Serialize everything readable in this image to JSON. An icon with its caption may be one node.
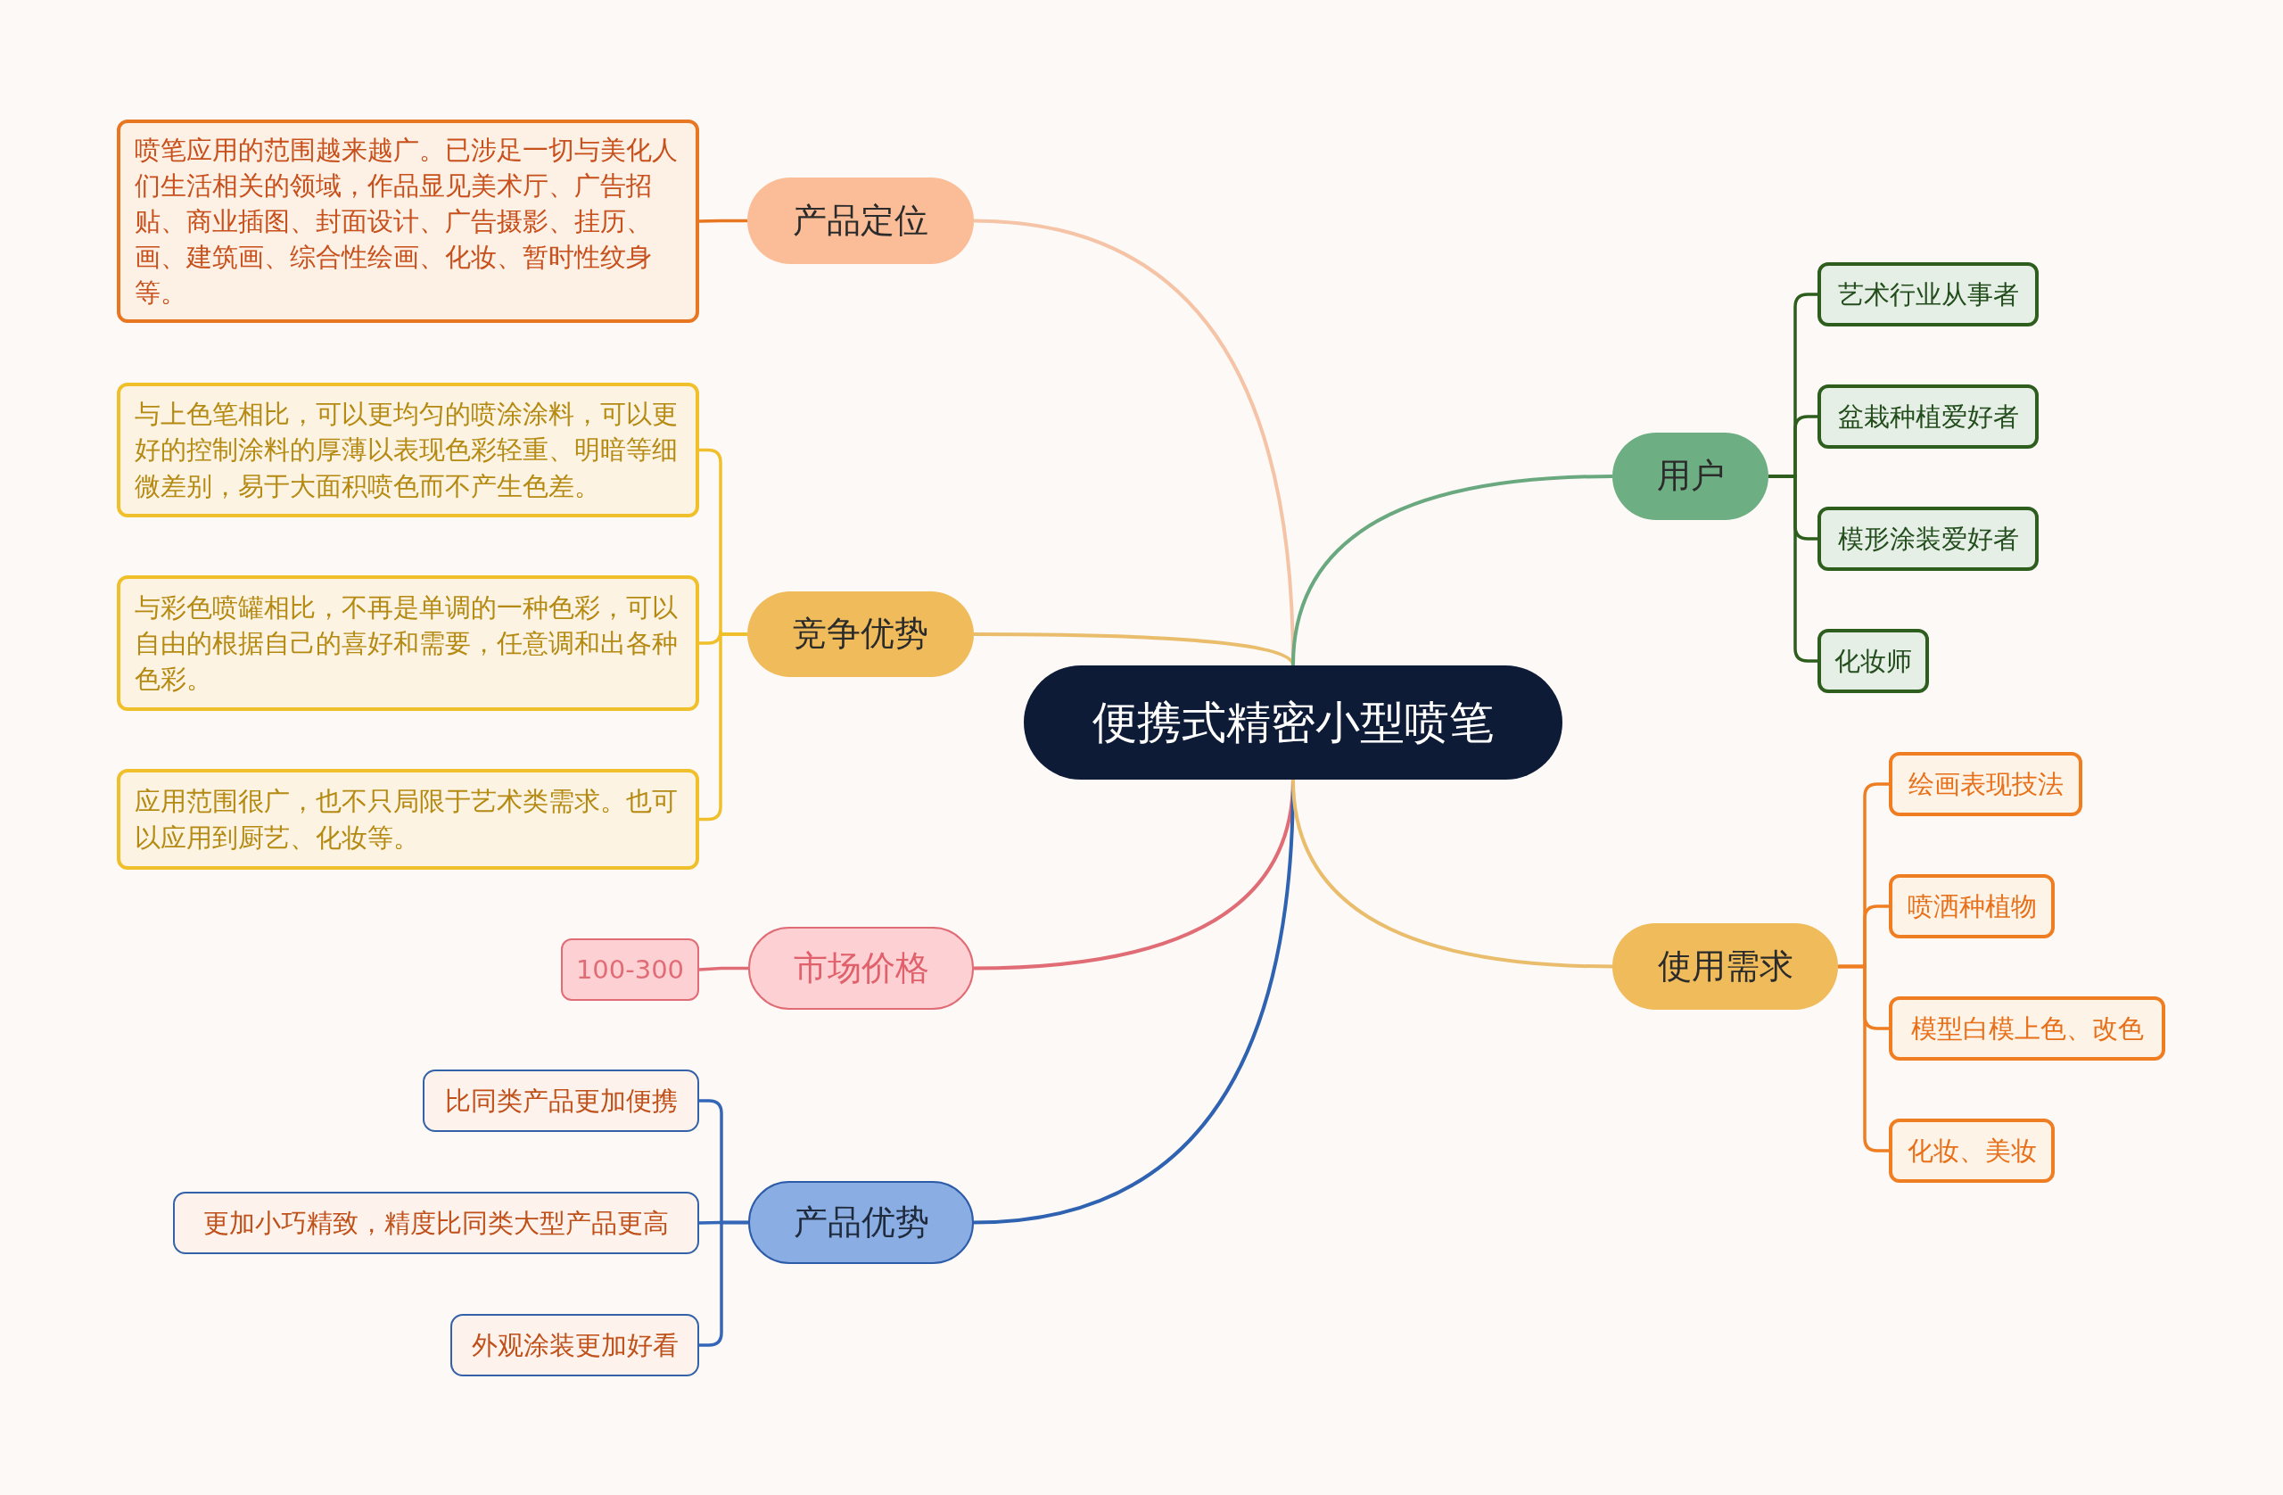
{
  "diagram": {
    "nodes": [
      {
        "text": [
          "便携式精密小型喷笔"
        ]
      },
      {
        "text": [
          "产品定位"
        ]
      },
      {
        "text": [
          "喷笔应用的范围越来越广。已涉足一切与美化人们生活相关的领域，作品显见美术厅、广告招贴、商业插图、封面设计、广告摄影、挂历、画、建筑画、综合性绘画、化妆、暂时性纹身等。"
        ]
      },
      {
        "text": [
          "竞争优势"
        ]
      },
      {
        "text": [
          "与上色笔相比，可以更均匀的喷涂涂料，可以更好的控制涂料的厚薄以表现色彩轻重、明暗等细微差别，易于大面积喷色而不产生色差。"
        ]
      },
      {
        "text": [
          "与彩色喷罐相比，不再是单调的一种色彩，可以自由的根据自己的喜好和需要，任意调和出各种色彩。"
        ]
      },
      {
        "text": [
          "应用范围很广，也不只局限于艺术类需求。也可以应用到厨艺、化妆等。"
        ]
      },
      {
        "text": [
          "市场价格"
        ]
      },
      {
        "text": [
          "100-300"
        ]
      },
      {
        "text": [
          "产品优势"
        ]
      },
      {
        "text": [
          "比同类产品更加便携"
        ]
      },
      {
        "text": [
          "更加小巧精致，精度比同类大型产品更高"
        ]
      },
      {
        "text": [
          "外观涂装更加好看"
        ]
      },
      {
        "text": [
          "用户"
        ]
      },
      {
        "text": [
          "艺术行业从事者"
        ]
      },
      {
        "text": [
          "盆栽种植爱好者"
        ]
      },
      {
        "text": [
          "模形涂装爱好者"
        ]
      },
      {
        "text": [
          "化妆师"
        ]
      },
      {
        "text": [
          "使用需求"
        ]
      },
      {
        "text": [
          "绘画表现技法"
        ]
      },
      {
        "text": [
          "喷洒种植物"
        ]
      },
      {
        "text": [
          "模型白模上色、改色"
        ]
      },
      {
        "text": [
          "化妆、美妆"
        ]
      }
    ],
    "edges": [
      {
        "from": 0,
        "to": 1,
        "arrow": "none",
        "color": "#f5c4a6"
      },
      {
        "from": 1,
        "to": 2,
        "arrow": "none",
        "color": "#e87722"
      },
      {
        "from": 0,
        "to": 3,
        "arrow": "none",
        "color": "#e9bd6b"
      },
      {
        "from": 3,
        "to": 4,
        "arrow": "none",
        "color": "#f0c02c"
      },
      {
        "from": 3,
        "to": 5,
        "arrow": "none",
        "color": "#f0c02c"
      },
      {
        "from": 3,
        "to": 6,
        "arrow": "none",
        "color": "#f0c02c"
      },
      {
        "from": 0,
        "to": 7,
        "arrow": "none",
        "color": "#e06c75"
      },
      {
        "from": 7,
        "to": 8,
        "arrow": "none",
        "color": "#e06c75"
      },
      {
        "from": 0,
        "to": 9,
        "arrow": "none",
        "color": "#2f62b0"
      },
      {
        "from": 9,
        "to": 10,
        "arrow": "none",
        "color": "#3467b7"
      },
      {
        "from": 9,
        "to": 11,
        "arrow": "none",
        "color": "#3467b7"
      },
      {
        "from": 9,
        "to": 12,
        "arrow": "none",
        "color": "#3467b7"
      },
      {
        "from": 0,
        "to": 13,
        "arrow": "none",
        "color": "#6aa87f"
      },
      {
        "from": 13,
        "to": 14,
        "arrow": "none",
        "color": "#2e5e1e"
      },
      {
        "from": 13,
        "to": 15,
        "arrow": "none",
        "color": "#2e5e1e"
      },
      {
        "from": 13,
        "to": 16,
        "arrow": "none",
        "color": "#2e5e1e"
      },
      {
        "from": 13,
        "to": 17,
        "arrow": "none",
        "color": "#2e5e1e"
      },
      {
        "from": 0,
        "to": 18,
        "arrow": "none",
        "color": "#e9bd6b"
      },
      {
        "from": 18,
        "to": 19,
        "arrow": "none",
        "color": "#ef7d22"
      },
      {
        "from": 18,
        "to": 20,
        "arrow": "none",
        "color": "#ef7d22"
      },
      {
        "from": 18,
        "to": 21,
        "arrow": "none",
        "color": "#ef7d22"
      },
      {
        "from": 18,
        "to": 22,
        "arrow": "none",
        "color": "#ef7d22"
      }
    ]
  }
}
